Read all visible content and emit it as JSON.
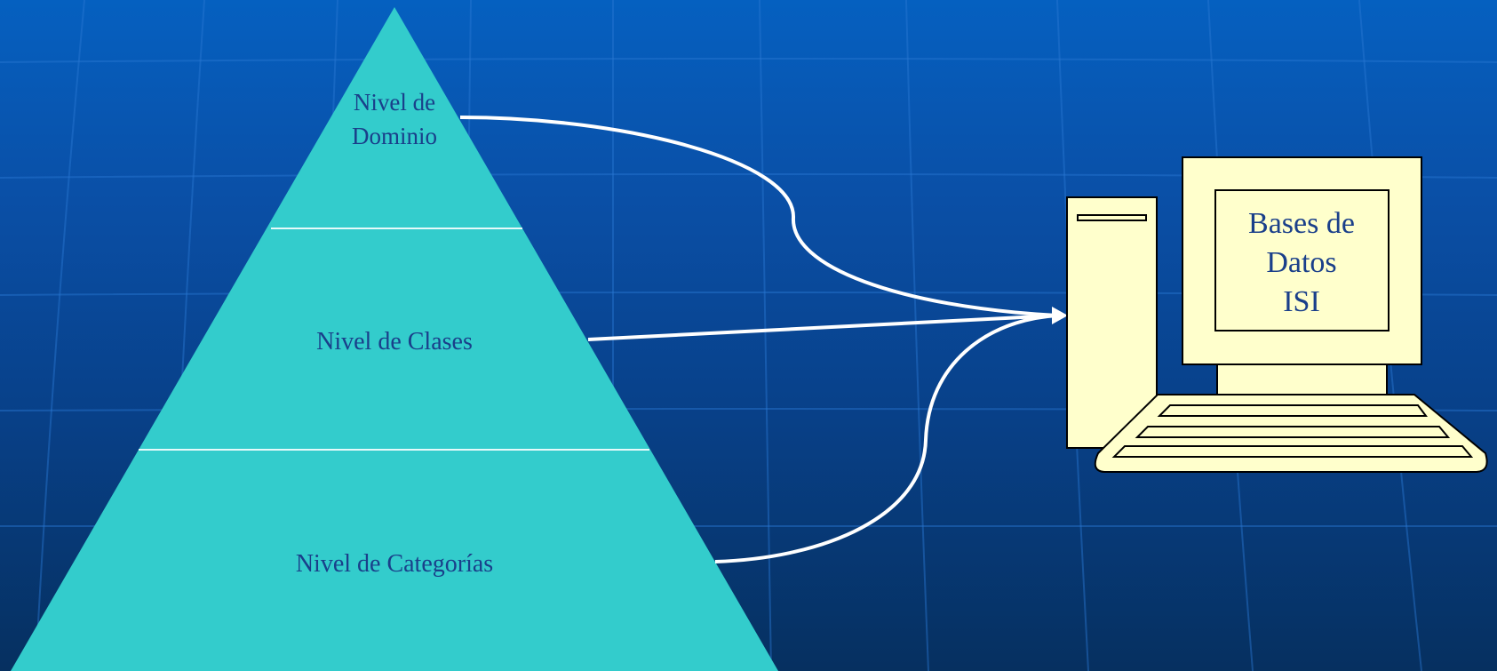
{
  "pyramid": {
    "levels": [
      {
        "id": "dominio",
        "lines": [
          "Nivel de",
          "Dominio"
        ]
      },
      {
        "id": "clases",
        "lines": [
          "Nivel de Clases"
        ]
      },
      {
        "id": "categorias",
        "lines": [
          "Nivel de Categorías"
        ]
      }
    ]
  },
  "computer": {
    "screen_lines": [
      "Bases de",
      "Datos",
      "ISI"
    ]
  },
  "colors": {
    "pyramid_fill": "#33cccc",
    "pyramid_divider": "#e6fafa",
    "pyramid_text": "#1a3f8a",
    "computer_fill": "#ffffcc",
    "computer_outline": "#000000",
    "connector": "#ffffff"
  }
}
